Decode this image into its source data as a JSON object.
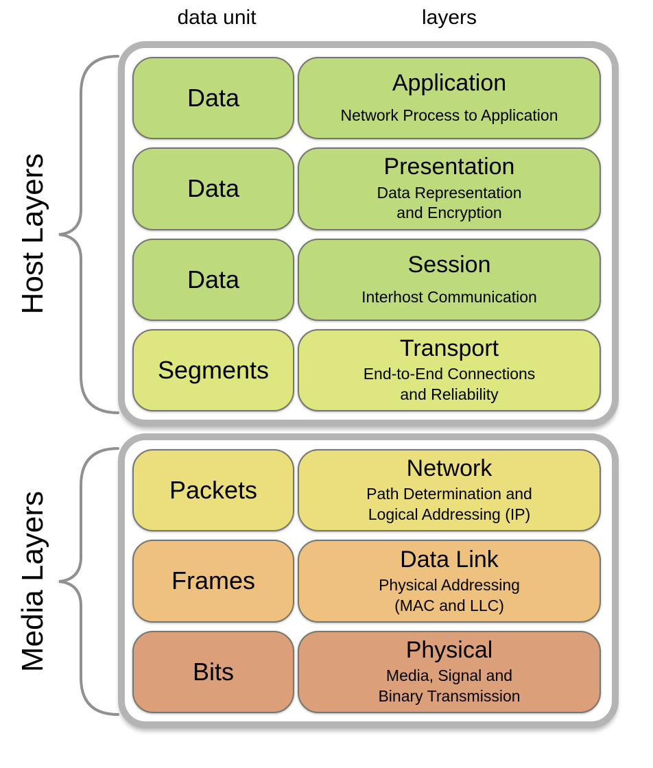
{
  "headers": {
    "data_unit": "data unit",
    "layers": "layers"
  },
  "groups": [
    {
      "label": "Host Layers",
      "rows": [
        {
          "data_unit": "Data",
          "layer": "Application",
          "description_lines": [
            "Network Process to Application"
          ],
          "color": "#bdda7d"
        },
        {
          "data_unit": "Data",
          "layer": "Presentation",
          "description_lines": [
            "Data Representation",
            "and Encryption"
          ],
          "color": "#bdda7d"
        },
        {
          "data_unit": "Data",
          "layer": "Session",
          "description_lines": [
            "Interhost Communication"
          ],
          "color": "#bdda7d"
        },
        {
          "data_unit": "Segments",
          "layer": "Transport",
          "description_lines": [
            "End-to-End Connections",
            "and Reliability"
          ],
          "color": "#dde67f"
        }
      ]
    },
    {
      "label": "Media Layers",
      "rows": [
        {
          "data_unit": "Packets",
          "layer": "Network",
          "description_lines": [
            "Path Determination and",
            "Logical Addressing (IP)"
          ],
          "color": "#ebdf7d"
        },
        {
          "data_unit": "Frames",
          "layer": "Data Link",
          "description_lines": [
            "Physical Addressing",
            "(MAC and LLC)"
          ],
          "color": "#eec17e"
        },
        {
          "data_unit": "Bits",
          "layer": "Physical",
          "description_lines": [
            "Media, Signal and",
            "Binary Transmission"
          ],
          "color": "#db9f79"
        }
      ]
    }
  ],
  "colors": {
    "frame_border": "#b4b4b4",
    "box_border": "#76766e",
    "brace": "#909090",
    "text": "#000000",
    "background": "#ffffff"
  }
}
